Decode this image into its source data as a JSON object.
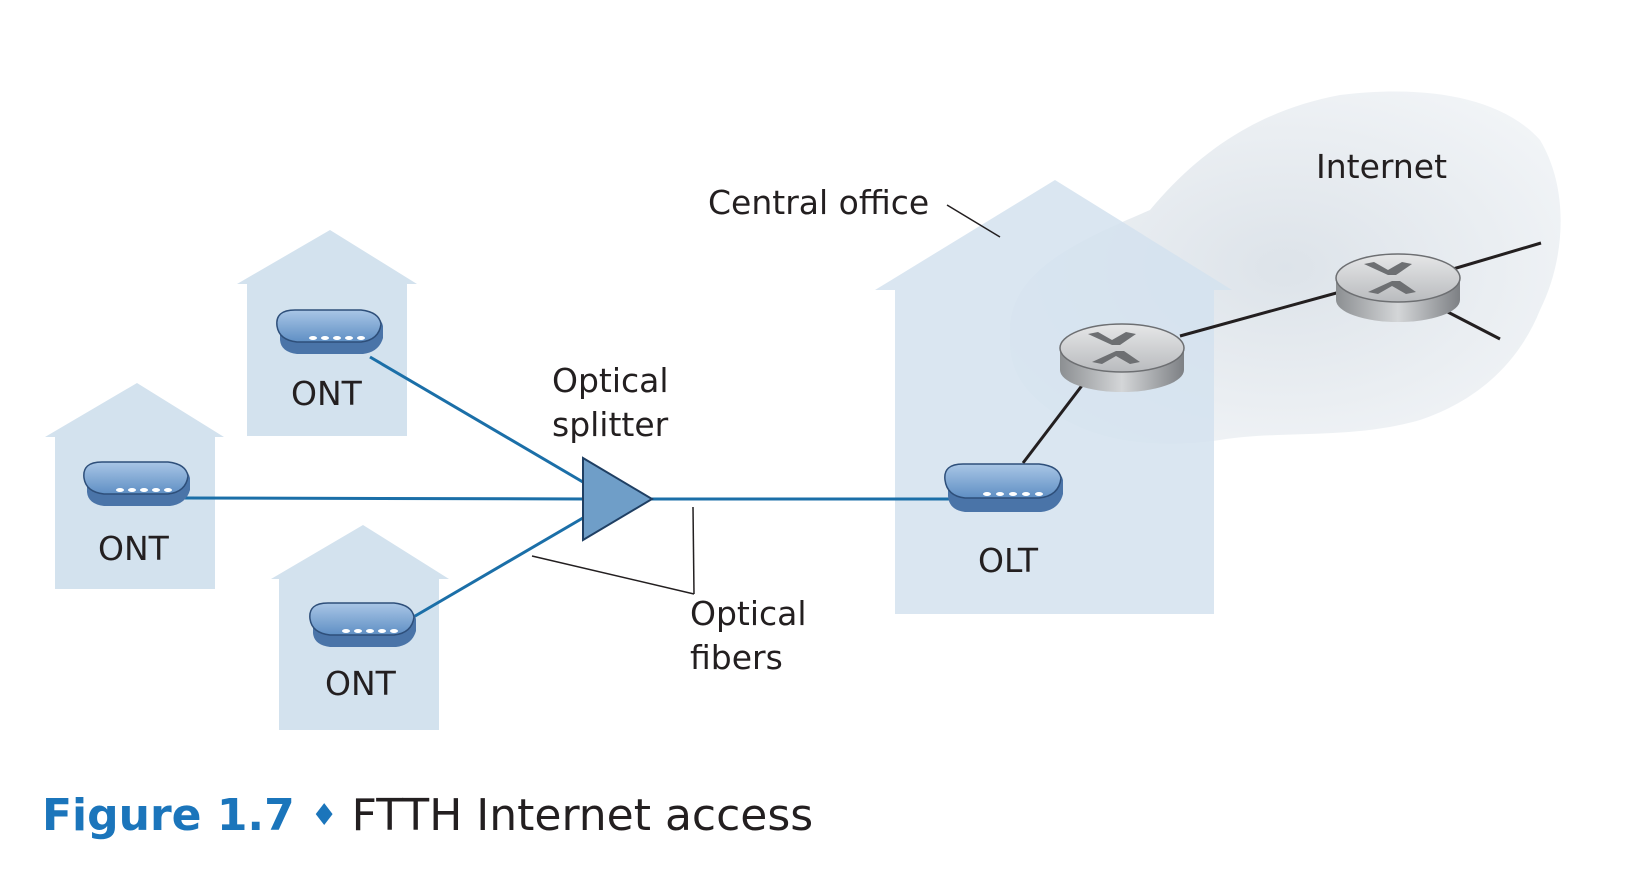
{
  "labels": {
    "internet": "Internet",
    "central_office": "Central office",
    "optical_splitter_line1": "Optical",
    "optical_splitter_line2": "splitter",
    "optical_fibers_line1": "Optical",
    "optical_fibers_line2": "fibers",
    "ont_top": "ONT",
    "ont_left": "ONT",
    "ont_bottom": "ONT",
    "olt": "OLT"
  },
  "caption": {
    "figure": "Figure 1.7",
    "separator": "♦",
    "text": "FTTH Internet access"
  },
  "colors": {
    "house_fill": "#d3e2ee",
    "fiber": "#1b6fa8",
    "copper_link": "#231f20",
    "caption_accent": "#1b75bb",
    "device_fill": "#7fa8d4",
    "router_fill": "#c8cacc",
    "cloud_fill": "#e4e9ee"
  },
  "icons": [
    "ont-modem-icon",
    "olt-modem-icon",
    "router-icon",
    "optical-splitter-icon",
    "house-icon",
    "cloud-icon"
  ]
}
